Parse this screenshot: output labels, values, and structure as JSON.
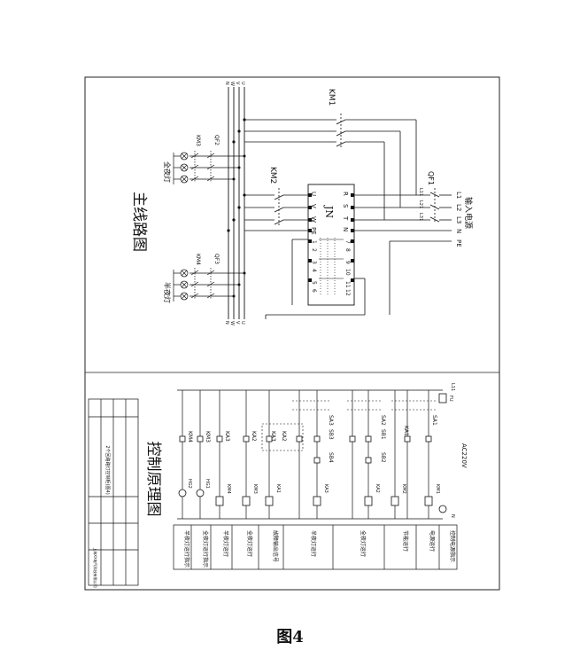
{
  "caption": "图4",
  "main_title": "主线路图",
  "control_title": "控制原理图",
  "power": {
    "input_label": "输入电源",
    "phases": [
      "L1",
      "L2",
      "L3",
      "N",
      "PE"
    ],
    "breaker": "QF1",
    "breaker_terminals": [
      "L11",
      "L21",
      "L31"
    ]
  },
  "contactors": {
    "km1": "KM1",
    "km2": "KM2"
  },
  "controller": {
    "name": "JN",
    "top_terminals": [
      "R",
      "S",
      "T",
      "N"
    ],
    "bottom_terminals": [
      "U",
      "V",
      "W",
      "PE"
    ],
    "io_left": [
      "1",
      "2",
      "3",
      "4",
      "5",
      "6"
    ],
    "io_right": [
      "7",
      "8",
      "9",
      "10",
      "11",
      "12"
    ]
  },
  "bus_labels": [
    "U",
    "V",
    "W",
    "N"
  ],
  "lamp_groups": [
    {
      "breaker": "QF2",
      "contactor": "KM3",
      "label": "全夜灯"
    },
    {
      "breaker": "QF3",
      "contactor": "KM4",
      "label": "半夜灯"
    }
  ],
  "control": {
    "supply": "AC220V",
    "rows": [
      {
        "label": "控制电源指示",
        "coil": "",
        "contacts": [
          "FU",
          "L11",
          "N"
        ]
      },
      {
        "label": "电源运行",
        "coil": "KM1",
        "contacts": [
          "SA1"
        ]
      },
      {
        "label": "节能运行",
        "coil": "KM2",
        "contacts": [
          "KA1"
        ]
      },
      {
        "label": "全夜灯运行",
        "coil": "KA2",
        "contacts": [
          "SA2",
          "SB1",
          "SB2"
        ]
      },
      {
        "label": "半夜灯运行",
        "coil": "KA3",
        "contacts": [
          "SA3",
          "SB3",
          "SB4"
        ]
      },
      {
        "label": "故障输出信号",
        "coil": "KA1",
        "contacts": [
          "KA2",
          "KA3"
        ]
      },
      {
        "label": "全夜灯运行",
        "coil": "KM3",
        "contacts": [
          "KA2"
        ]
      },
      {
        "label": "半夜灯运行",
        "coil": "KM4",
        "contacts": [
          "KA3"
        ]
      },
      {
        "label": "全夜灯运行指示",
        "coil": "HG1",
        "contacts": [
          "KM3"
        ]
      },
      {
        "label": "半夜灯运行指示",
        "coil": "HG2",
        "contacts": [
          "KM4"
        ]
      }
    ]
  },
  "title_block": {
    "drawing_name": "2个回路路灯控制柜(图4)",
    "company": "上海XX电气科技有限公司"
  }
}
